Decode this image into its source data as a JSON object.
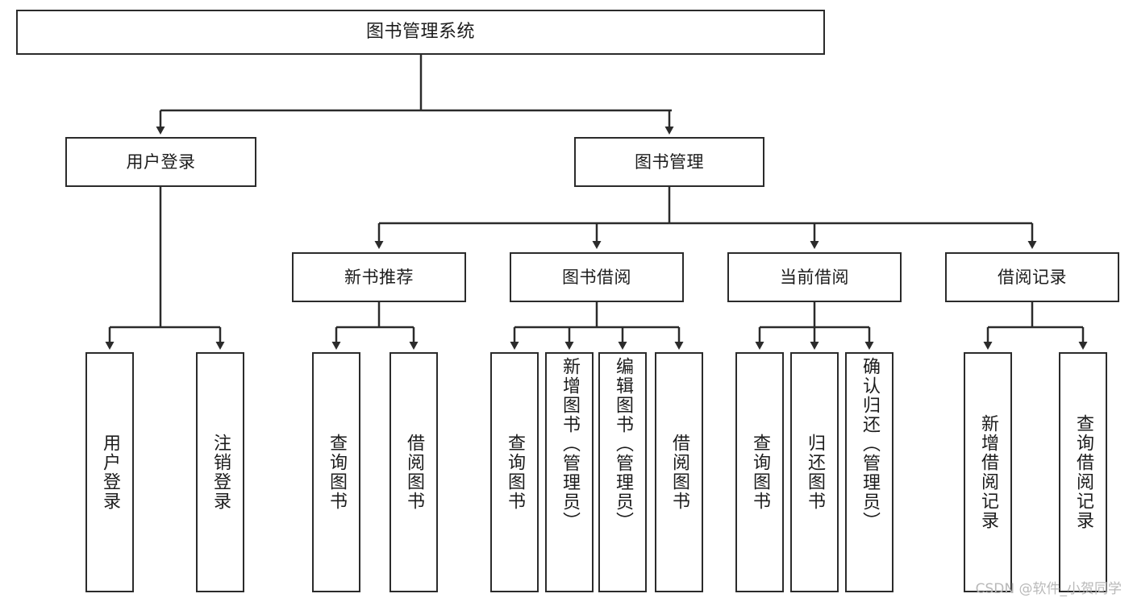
{
  "diagram": {
    "title": "图书管理系统",
    "type": "function-structure-tree",
    "root": {
      "label": "图书管理系统"
    },
    "level1": [
      {
        "label": "用户登录"
      },
      {
        "label": "图书管理"
      }
    ],
    "level2": [
      {
        "label": "新书推荐"
      },
      {
        "label": "图书借阅"
      },
      {
        "label": "当前借阅"
      },
      {
        "label": "借阅记录"
      }
    ],
    "leaves": {
      "user_login": [
        {
          "label": "用户登录"
        },
        {
          "label": "注销登录"
        }
      ],
      "new_book_recommend": [
        {
          "label": "查询图书"
        },
        {
          "label": "借阅图书"
        }
      ],
      "book_borrow": [
        {
          "label": "查询图书"
        },
        {
          "label": "新增图书（管理员）"
        },
        {
          "label": "编辑图书（管理员）"
        },
        {
          "label": "借阅图书"
        }
      ],
      "current_borrow": [
        {
          "label": "查询图书"
        },
        {
          "label": "归还图书"
        },
        {
          "label": "确认归还（管理员）"
        }
      ],
      "borrow_record": [
        {
          "label": "新增借阅记录"
        },
        {
          "label": "查询借阅记录"
        }
      ]
    }
  },
  "watermark": {
    "text": "CSDN @软件_小贺同学"
  },
  "colors": {
    "stroke": "#2b2b2b",
    "fill": "#ffffff",
    "text": "#1c1c1c",
    "watermark": "#b9b9b9"
  }
}
